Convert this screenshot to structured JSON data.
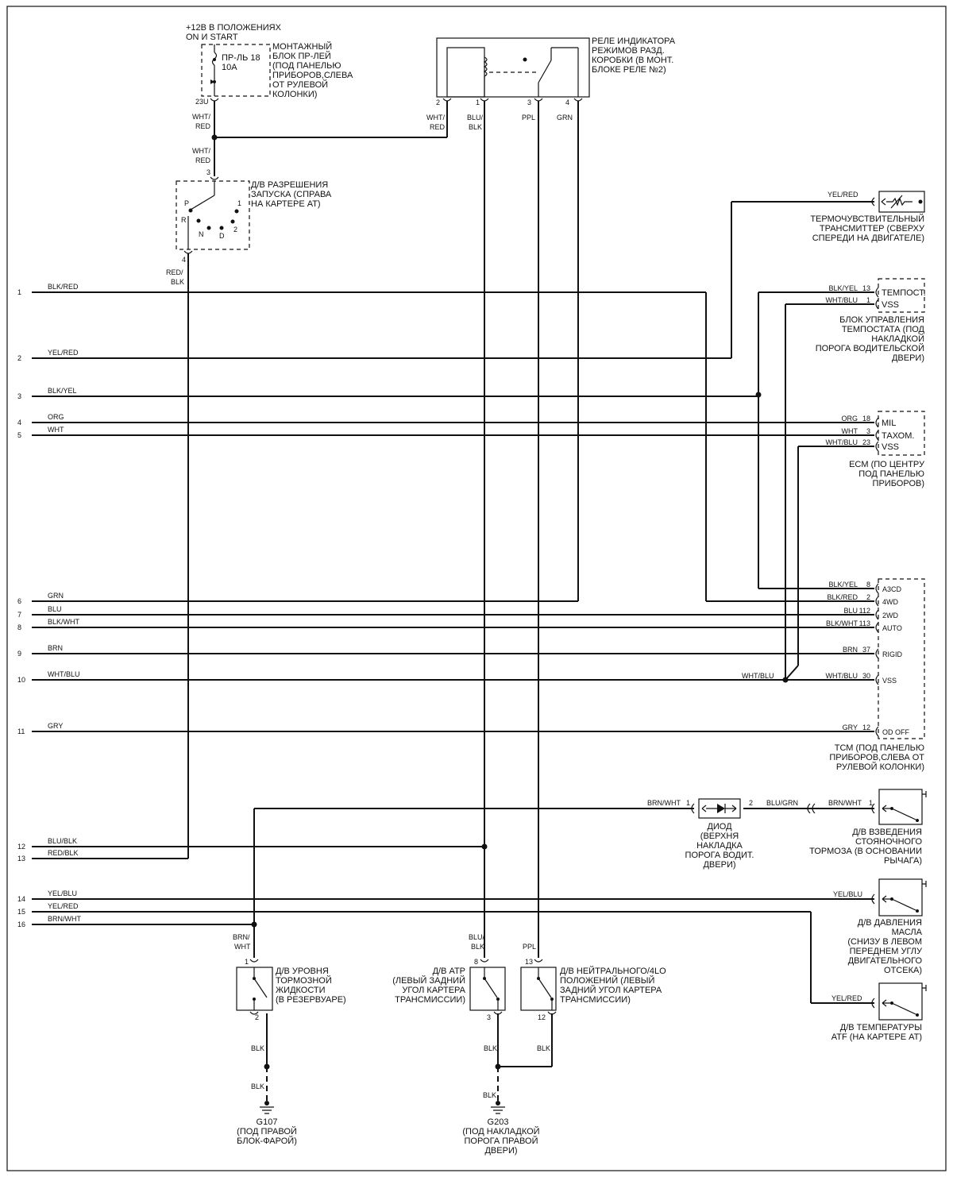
{
  "left_pins": [
    "1",
    "2",
    "3",
    "4",
    "5",
    "6",
    "7",
    "8",
    "9",
    "10",
    "11",
    "12",
    "13",
    "14",
    "15",
    "16"
  ],
  "left_wires": [
    "BLK/RED",
    "YEL/RED",
    "BLK/YEL",
    "ORG",
    "WHT",
    "GRN",
    "BLU",
    "BLK/WHT",
    "BRN",
    "WHT/BLU",
    "GRY",
    "BLU/BLK",
    "RED/BLK",
    "YEL/BLU",
    "YEL/RED",
    "BRN/WHT"
  ],
  "power": {
    "supply": [
      "+12В В ПОЛОЖЕНИЯХ",
      "ON И START"
    ],
    "fuse": [
      "ПР-ЛЬ 18",
      "10A"
    ],
    "block": [
      "МОНТАЖНЫЙ",
      "БЛОК ПР-ЛЕЙ",
      "(ПОД ПАНЕЛЬЮ",
      "ПРИБОРОВ,СЛЕВА",
      "ОТ РУЛЕВОЙ",
      "КОЛОНКИ)"
    ],
    "pin": "23U",
    "wire": [
      "WHT/",
      "RED"
    ],
    "wire2": [
      "WHT/",
      "RED"
    ]
  },
  "relay": {
    "label": [
      "РЕЛЕ ИНДИКАТОРА",
      "РЕЖИМОВ РАЗД.",
      "КОРОБКИ (В МОНТ.",
      "БЛОКЕ РЕЛЕ №2)"
    ],
    "pins": [
      "2",
      "1",
      "3",
      "4"
    ],
    "wire_2": [
      "WHT/",
      "RED"
    ],
    "wire_1": [
      "BLU/",
      "BLK"
    ],
    "wire_3": "PPL",
    "wire_4": "GRN"
  },
  "start_switch": {
    "label": [
      "Д/В РАЗРЕШЕНИЯ",
      "ЗАПУСКА (СПРАВА",
      "НА КАРТЕРЕ АТ)"
    ],
    "pin_top": "3",
    "pin_bottom": "4",
    "positions": [
      "P",
      "R",
      "N",
      "D",
      "2",
      "1"
    ],
    "wire_out": [
      "RED/",
      "BLK"
    ]
  },
  "thermo": {
    "wire": "YEL/RED",
    "label": [
      "ТЕРМОЧУВСТВИТЕЛЬНЫЙ",
      "ТРАНСМИТТЕР (СВЕРХУ",
      "СПЕРЕДИ НА ДВИГАТЕЛЕ)"
    ]
  },
  "tempostat": {
    "rows": [
      {
        "wire": "BLK/YEL",
        "pin": "13",
        "name": "ТЕМПОСТ."
      },
      {
        "wire": "WHT/BLU",
        "pin": "1",
        "name": "VSS"
      }
    ],
    "label": [
      "БЛОК УПРАВЛЕНИЯ",
      "ТЕМПОСТАТА (ПОД",
      "НАКЛАДКОЙ",
      "ПОРОГА ВОДИТЕЛЬСКОЙ",
      "ДВЕРИ)"
    ]
  },
  "ecm": {
    "rows": [
      {
        "wire": "ORG",
        "pin": "18",
        "name": "MIL"
      },
      {
        "wire": "WHT",
        "pin": "3",
        "name": "ТАХОМ."
      },
      {
        "wire": "WHT/BLU",
        "pin": "23",
        "name": "VSS"
      }
    ],
    "label": [
      "ECM (ПО ЦЕНТРУ",
      "ПОД ПАНЕЛЬЮ",
      "ПРИБОРОВ)"
    ]
  },
  "tcm": {
    "rows": [
      {
        "wire": "BLK/YEL",
        "pin": "8",
        "name": "A3CD"
      },
      {
        "wire": "BLK/RED",
        "pin": "2",
        "name": "4WD"
      },
      {
        "wire": "BLU",
        "pin": "112",
        "name": "2WD"
      },
      {
        "wire": "BLK/WHT",
        "pin": "113",
        "name": "AUTO"
      },
      {
        "wire": "BRN",
        "pin": "37",
        "name": "RIGID"
      },
      {
        "wire": "WHT/BLU",
        "pin": "30",
        "name": "VSS"
      },
      {
        "wire": "GRY",
        "pin": "12",
        "name": "OD OFF"
      }
    ],
    "vss_splice_label": "WHT/BLU",
    "label": [
      "ТСМ (ПОД ПАНЕЛЬЮ",
      "ПРИБОРОВ,СЛЕВА ОТ",
      "РУЛЕВОЙ КОЛОНКИ)"
    ]
  },
  "diode": {
    "wire_in": "BRN/WHT",
    "pin_in": "1",
    "pin_out": "2",
    "wire_out": "BLU/GRN",
    "label": [
      "ДИОД",
      "(ВЕРХНЯ",
      "НАКЛАДКА",
      "ПОРОГА ВОДИТ.",
      "ДВЕРИ)"
    ]
  },
  "park_brake": {
    "wire": "BRN/WHT",
    "pin": "1",
    "label": [
      "Д/В ВЗВЕДЕНИЯ",
      "СТОЯНОЧНОГО",
      "ТОРМОЗА (В ОСНОВАНИИ",
      "РЫЧАГА)"
    ]
  },
  "oil": {
    "wire": "YEL/BLU",
    "label": [
      "Д/В ДАВЛЕНИЯ",
      "МАСЛА",
      "(СНИЗУ В ЛЕВОМ",
      "ПЕРЕДНЕМ УГЛУ",
      "ДВИГАТЕЛЬНОГО",
      "ОТСЕКА)"
    ]
  },
  "atf": {
    "wire": "YEL/RED",
    "label": [
      "Д/В ТЕМПЕРАТУРЫ",
      "ATF (НА КАРТЕРЕ АТ)"
    ]
  },
  "brake_fluid": {
    "wire_in": [
      "BRN/",
      "WHT"
    ],
    "pin_in": "1",
    "pin_out": "2",
    "label": [
      "Д/В УРОВНЯ",
      "ТОРМОЗНОЙ",
      "ЖИДКОСТИ",
      "(В РЕЗЕРВУАРЕ)"
    ],
    "gnd_wire_1": "BLK",
    "gnd_wire_2": "BLK",
    "ground": "G107",
    "ground_label": [
      "(ПОД ПРАВОЙ",
      "БЛОК-ФАРОЙ)"
    ]
  },
  "atp": {
    "wire_in": [
      "BLU/",
      "BLK"
    ],
    "pin_in": "8",
    "pin_out": "3",
    "label": [
      "Д/В АТР",
      "(ЛЕВЫЙ ЗАДНИЙ",
      "УГОЛ КАРТЕРА",
      "ТРАНСМИССИИ)"
    ],
    "gnd_wire": "BLK"
  },
  "neutral": {
    "wire_in": "PPL",
    "pin_in": "13",
    "pin_out": "12",
    "label": [
      "Д/В НЕЙТРАЛЬНОГО/4LO",
      "ПОЛОЖЕНИЙ (ЛЕВЫЙ",
      "ЗАДНИЙ УГОЛ КАРТЕРА",
      "ТРАНСМИССИИ)"
    ],
    "gnd_wire": "BLK"
  },
  "ground2": {
    "wire": "BLK",
    "name": "G203",
    "label": [
      "(ПОД НАКЛАДКОЙ",
      "ПОРОГА ПРАВОЙ",
      "ДВЕРИ)"
    ]
  }
}
